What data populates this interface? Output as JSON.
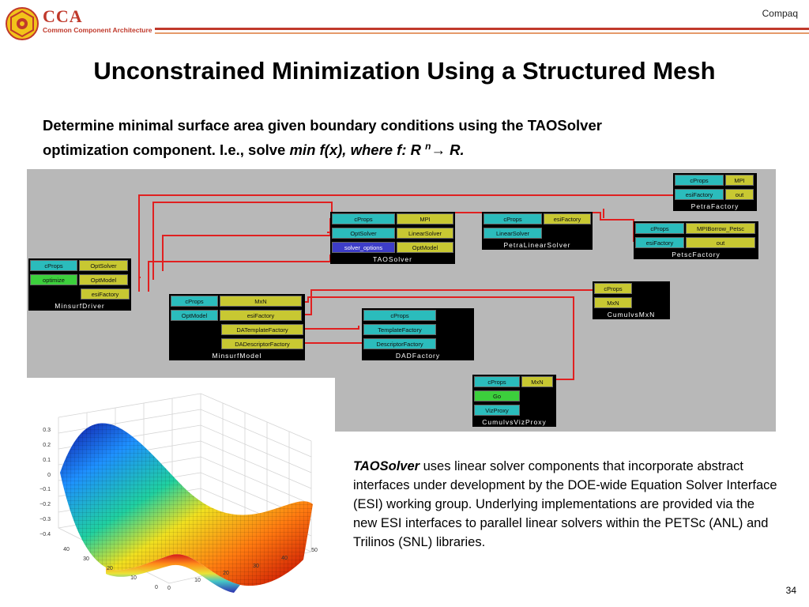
{
  "header": {
    "logo_text": "CCA",
    "logo_subtitle": "Common Component Architecture",
    "company": "Compaq"
  },
  "title": "Unconstrained Minimization Using a Structured Mesh",
  "intro": {
    "line1": "Determine minimal surface area given boundary conditions using the TAOSolver",
    "line2_prefix": "optimization component.  I.e., solve  ",
    "formula_a": "min f(x), where f: R ",
    "formula_sup": "n",
    "formula_arrow": "→",
    "formula_b": " R."
  },
  "diagram": {
    "wire_color": "#e02020",
    "components": {
      "petra_factory": {
        "name": "PetraFactory",
        "ports": [
          "cProps",
          "MPI",
          "esiFactory",
          "out"
        ]
      },
      "tao_solver": {
        "name": "TAOSolver",
        "ports": [
          "cProps",
          "MPI",
          "OptSolver",
          "LinearSolver",
          "solver_options",
          "OptModel"
        ]
      },
      "petra_linear_solver": {
        "name": "PetraLinearSolver",
        "ports": [
          "cProps",
          "esiFactory",
          "LinearSolver"
        ]
      },
      "petsc_factory": {
        "name": "PetscFactory",
        "ports": [
          "cProps",
          "MPIBorrow_Petsc",
          "esiFactory",
          "out"
        ]
      },
      "minsurf_driver": {
        "name": "MinsurfDriver",
        "ports": [
          "cProps",
          "OptSolver",
          "optimize",
          "OptModel",
          "esiFactory"
        ]
      },
      "cumulvs_mxn": {
        "name": "CumulvsMxN",
        "ports": [
          "cProps",
          "MxN"
        ]
      },
      "minsurf_model": {
        "name": "MinsurfModel",
        "ports": [
          "cProps",
          "MxN",
          "OptModel",
          "esiFactory",
          "DATemplateFactory",
          "DADescriptorFactory"
        ]
      },
      "da_factory": {
        "name": "DADFactory",
        "ports": [
          "cProps",
          "TemplateFactory",
          "DescriptorFactory"
        ]
      },
      "cumulvs_viz_proxy": {
        "name": "CumulvsVizProxy",
        "ports": [
          "cProps",
          "MxN",
          "Go",
          "VizProxy"
        ]
      }
    }
  },
  "plot": {
    "z_ticks": [
      "0.3",
      "0.2",
      "0.1",
      "0",
      "−0.1",
      "−0.2",
      "−0.3",
      "−0.4"
    ],
    "y_ticks": [
      "40",
      "30",
      "20",
      "10",
      "0"
    ],
    "x_ticks": [
      "0",
      "10",
      "20",
      "30",
      "40",
      "50"
    ]
  },
  "description": {
    "lead": "TAOSolver",
    "text": "  uses linear solver components that incorporate abstract interfaces under development by the DOE-wide Equation Solver Interface (ESI) working group.  Underlying implementations are provided via the new ESI interfaces to parallel linear solvers within the PETSc (ANL) and Trilinos (SNL) libraries."
  },
  "page_number": "34"
}
